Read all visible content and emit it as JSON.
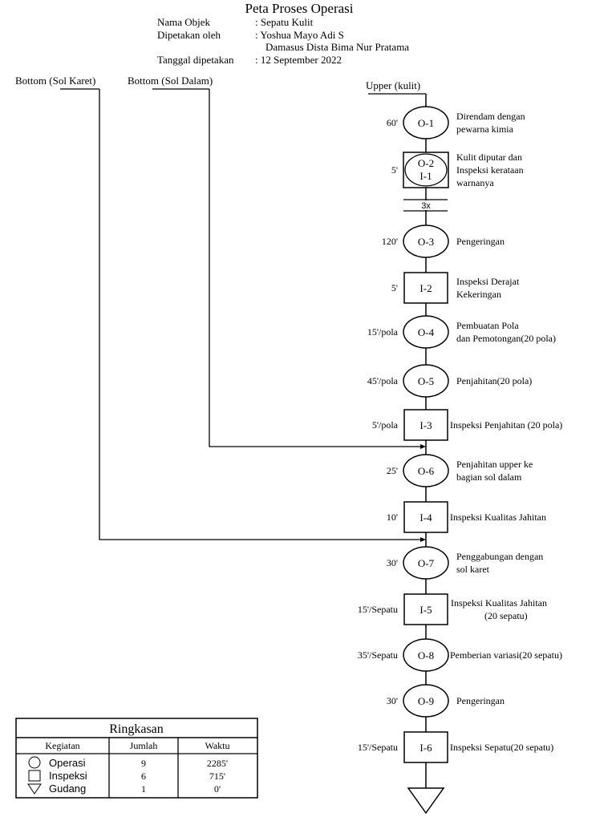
{
  "header": {
    "title": "Peta Proses Operasi",
    "fields": [
      {
        "label": "Nama Objek",
        "value": ": Sepatu Kulit"
      },
      {
        "label": "Dipetakan oleh",
        "value": ": Yoshua Mayo Adi S"
      },
      {
        "label": "",
        "value": "Damasus Dista Bima Nur Pratama"
      },
      {
        "label": "Tanggal dipetakan",
        "value": ": 12 September 2022"
      }
    ]
  },
  "materials": {
    "sol_karet": "Bottom (Sol Karet)",
    "sol_dalam": "Bottom (Sol Dalam)",
    "upper": "Upper (kulit)"
  },
  "repeat_label": "3x",
  "steps": [
    {
      "code": "O-1",
      "shape": "operation",
      "time": "60'",
      "desc": [
        "Direndam dengan",
        "pewarna kimia"
      ]
    },
    {
      "code": "O-2",
      "code2": "I-1",
      "shape": "combined",
      "time": "5'",
      "desc": [
        "Kulit diputar dan",
        "Inspeksi  kerataan",
        "warnanya"
      ]
    },
    {
      "code": "O-3",
      "shape": "operation",
      "time": "120'",
      "desc": [
        "Pengeringan"
      ]
    },
    {
      "code": "I-2",
      "shape": "inspection",
      "time": "5'",
      "desc": [
        "Inspeksi Derajat",
        "Kekeringan"
      ]
    },
    {
      "code": "O-4",
      "shape": "operation",
      "time": "15'/pola",
      "desc": [
        "Pembuatan Pola",
        "dan Pemotongan(20 pola)"
      ]
    },
    {
      "code": "O-5",
      "shape": "operation",
      "time": "45'/pola",
      "desc": [
        "Penjahitan(20 pola)"
      ]
    },
    {
      "code": "I-3",
      "shape": "inspection",
      "time": "5'/pola",
      "desc": [
        "Inspeksi Penjahitan (20 pola)"
      ]
    },
    {
      "code": "O-6",
      "shape": "operation",
      "time": "25'",
      "desc": [
        "Penjahitan  upper ke",
        "bagian sol dalam"
      ]
    },
    {
      "code": "I-4",
      "shape": "inspection",
      "time": "10'",
      "desc": [
        "Inspeksi Kualitas Jahitan"
      ]
    },
    {
      "code": "O-7",
      "shape": "operation",
      "time": "30'",
      "desc": [
        "Penggabungan dengan",
        "sol karet"
      ]
    },
    {
      "code": "I-5",
      "shape": "inspection",
      "time": "15'/Sepatu",
      "desc": [
        "Inspeksi Kualitas Jahitan",
        "(20 sepatu)"
      ]
    },
    {
      "code": "O-8",
      "shape": "operation",
      "time": "35'/Sepatu",
      "desc": [
        "Pemberian variasi(20 sepatu)"
      ]
    },
    {
      "code": "O-9",
      "shape": "operation",
      "time": "30'",
      "desc": [
        "Pengeringan"
      ]
    },
    {
      "code": "I-6",
      "shape": "inspection",
      "time": "15'/Sepatu",
      "desc": [
        "Inspeksi Sepatu(20 sepatu)"
      ]
    },
    {
      "code": "",
      "shape": "storage",
      "time": "",
      "desc": []
    }
  ],
  "summary": {
    "title": "Ringkasan",
    "headers": [
      "Kegiatan",
      "Jumlah",
      "Waktu"
    ],
    "rows": [
      {
        "icon": "circle-icon",
        "label": "Operasi",
        "count": "9",
        "time": "2285'"
      },
      {
        "icon": "square-icon",
        "label": "Inspeksi",
        "count": "6",
        "time": "715'"
      },
      {
        "icon": "triangle-icon",
        "label": "Gudang",
        "count": "1",
        "time": "0'"
      }
    ]
  }
}
